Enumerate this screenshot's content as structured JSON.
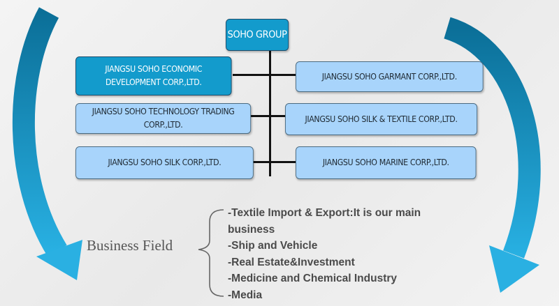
{
  "org": {
    "root": "SOHO GROUP",
    "left": [
      "JIANGSU SOHO ECONOMIC DEVELOPMENT CORP.,LTD.",
      "JIANGSU SOHO TECHNOLOGY TRADING CORP.,LTD.",
      "JIANGSU SOHO SILK CORP.,LTD."
    ],
    "right": [
      "JIANGSU SOHO GARMANT CORP.,LTD.",
      "JIANGSU SOHO SILK & TEXTILE CORP.,LTD.",
      "JIANGSU SOHO MARINE CORP.,LTD."
    ]
  },
  "business": {
    "label": "Business Field",
    "items": [
      "-Textile Import & Export:It is our main business",
      "-Ship and Vehicle",
      "-Real Estate&Investment",
      "-Medicine and Chemical Industry",
      "-Media"
    ]
  },
  "colors": {
    "arrow": "#0f8fc0",
    "box": "#a8d4fb",
    "box_dark": "#139bcc"
  }
}
